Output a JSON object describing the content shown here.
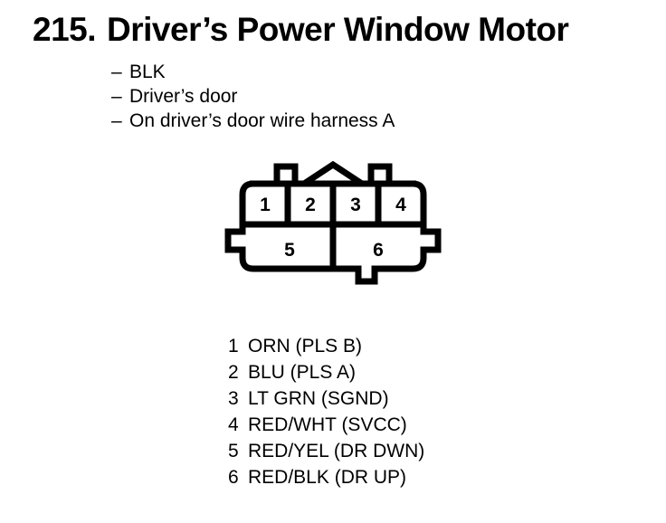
{
  "title": {
    "number": "215.",
    "name": "Driver’s Power Window Motor"
  },
  "description": {
    "dash": "–",
    "items": [
      {
        "text": "BLK"
      },
      {
        "text": "Driver’s door"
      },
      {
        "text": "On driver’s door wire harness A"
      }
    ]
  },
  "connector": {
    "top_row": [
      {
        "pin": "1"
      },
      {
        "pin": "2"
      },
      {
        "pin": "3"
      },
      {
        "pin": "4"
      }
    ],
    "bottom_row": [
      {
        "pin": "5"
      },
      {
        "pin": "6"
      }
    ]
  },
  "legend": {
    "rows": [
      {
        "pin": "1",
        "wire": "ORN (PLS B)"
      },
      {
        "pin": "2",
        "wire": "BLU (PLS A)"
      },
      {
        "pin": "3",
        "wire": "LT GRN (SGND)"
      },
      {
        "pin": "4",
        "wire": "RED/WHT (SVCC)"
      },
      {
        "pin": "5",
        "wire": "RED/YEL (DR DWN)"
      },
      {
        "pin": "6",
        "wire": "RED/BLK (DR UP)"
      }
    ]
  },
  "colors": {
    "ink": "#000000",
    "paper": "#ffffff"
  }
}
